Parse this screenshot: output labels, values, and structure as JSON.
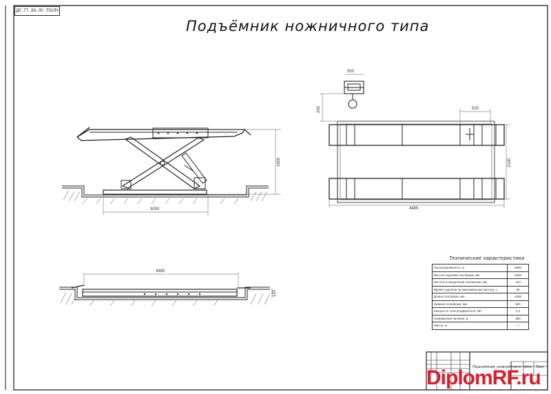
{
  "drawing": {
    "title": "Подъёмник ножничного типа",
    "stamp": "ДП.ГТ.90.ЛУ.ТП2ЛЧ"
  },
  "dimensions": {
    "side_height": "1600",
    "side_base": "3000",
    "top_small": "500",
    "top_small_height": "200",
    "top_right": "520",
    "top_height": "2100",
    "top_length": "4485",
    "folded_length": "4485",
    "folded_height": "120"
  },
  "spec": {
    "title": "Технические характеристики",
    "rows": [
      {
        "name": "Грузоподъёмность, кг",
        "value": "3500"
      },
      {
        "name": "Высота подъёма платформ, мм",
        "value": "1600"
      },
      {
        "name": "Высота в опущенном положении, мм",
        "value": "120"
      },
      {
        "name": "Время подъёма на максимальную высоту, с",
        "value": "50"
      },
      {
        "name": "Длина платформ, мм",
        "value": "4485"
      },
      {
        "name": "Ширина платформ, мм",
        "value": "600"
      },
      {
        "name": "Мощность электродвигателя, кВт",
        "value": "2,2"
      },
      {
        "name": "Напряжение питания, В",
        "value": "380"
      },
      {
        "name": "Масса, кг",
        "value": "—"
      }
    ]
  },
  "title_block": {
    "name": "Подъёмник ножничного типа",
    "sheet": "Лист"
  },
  "watermark": "DiplomRF.ru"
}
